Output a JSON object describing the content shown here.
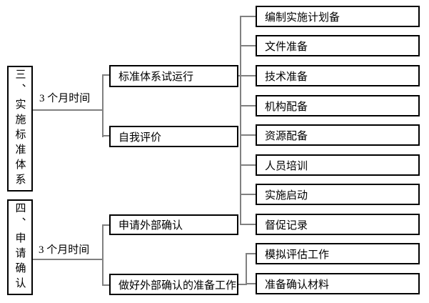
{
  "colors": {
    "background": "#ffffff",
    "box_border": "#000000",
    "connector": "#808080",
    "text": "#000000"
  },
  "stage3": {
    "title": "三、实施标准体系",
    "duration_label": "3 个月时间",
    "phases": [
      "标准体系试运行",
      "自我评价"
    ],
    "tasks": [
      "编制实施计划备",
      "文件准备",
      "技术准备",
      "机构配备",
      "资源配备",
      "人员培训",
      "实施启动",
      "督促记录"
    ]
  },
  "stage4": {
    "title": "四、申请确认",
    "duration_label": "3 个月时间",
    "phases": [
      "申请外部确认",
      "做好外部确认的准备工作"
    ],
    "tasks": [
      "模拟评估工作",
      "准备确认材料"
    ]
  }
}
